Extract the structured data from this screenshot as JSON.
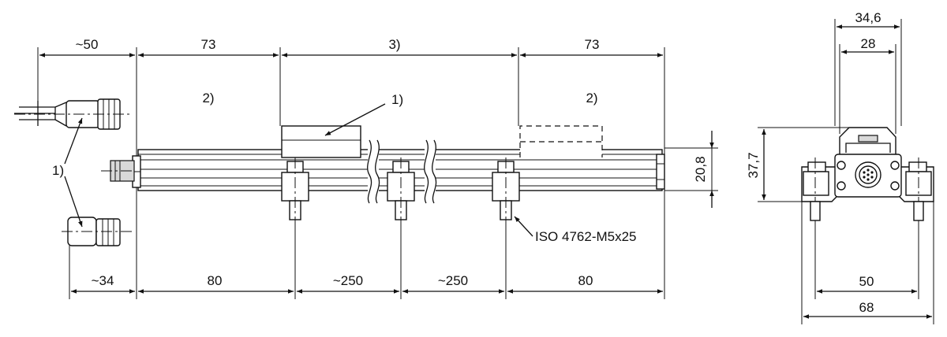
{
  "dimensions": {
    "top_cable": "~50",
    "top_left_73": "73",
    "top_mid": "3)",
    "top_right_73": "73",
    "bottom_left": "~34",
    "bottom_80_left": "80",
    "bottom_250_a": "~250",
    "bottom_250_b": "~250",
    "bottom_80_right": "80",
    "height": "20,8",
    "side_width_outer": "34,6",
    "side_width_inner": "28",
    "side_height": "37,7",
    "side_bottom_50": "50",
    "side_bottom_68": "68"
  },
  "annotations": {
    "label_1_slider": "1)",
    "label_1_connector": "1)",
    "label_2_left": "2)",
    "label_2_right": "2)",
    "screw_spec": "ISO 4762-M5x25"
  }
}
